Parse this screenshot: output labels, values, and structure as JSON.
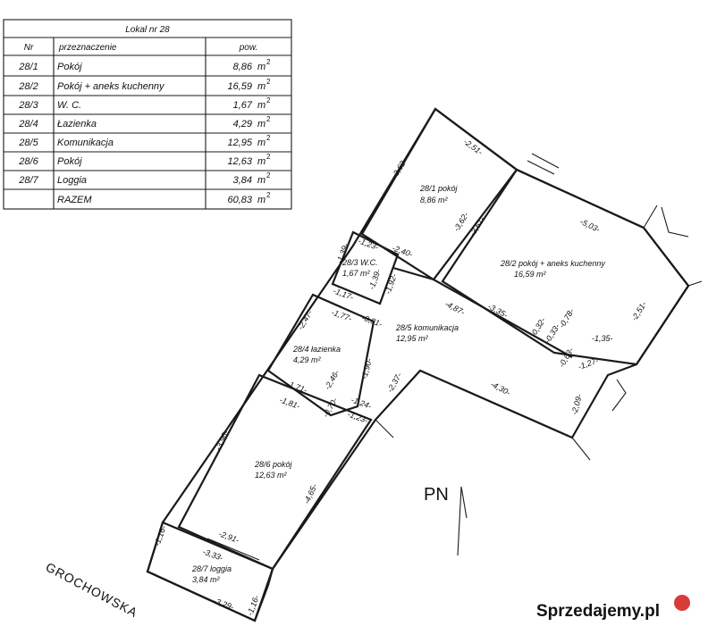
{
  "table": {
    "title": "Lokal nr 28",
    "headers": {
      "nr": "Nr",
      "purpose": "przeznaczenie",
      "area": "pow."
    },
    "unit": "m",
    "unit_sup": "2",
    "rows": [
      {
        "nr": "28/1",
        "purpose": "Pokój",
        "area": "8,86"
      },
      {
        "nr": "28/2",
        "purpose": "Pokój + aneks kuchenny",
        "area": "16,59"
      },
      {
        "nr": "28/3",
        "purpose": "W. C.",
        "area": "1,67"
      },
      {
        "nr": "28/4",
        "purpose": "Łazienka",
        "area": "4,29"
      },
      {
        "nr": "28/5",
        "purpose": "Komunikacja",
        "area": "12,95"
      },
      {
        "nr": "28/6",
        "purpose": "Pokój",
        "area": "12,63"
      },
      {
        "nr": "28/7",
        "purpose": "Loggia",
        "area": "3,84"
      }
    ],
    "total_label": "RAZEM",
    "total_area": "60,83"
  },
  "rooms": [
    {
      "name": "28/1 pokój",
      "area": "8,86 m²"
    },
    {
      "name": "28/2 pokój + aneks kuchenny",
      "area": "16,59 m²"
    },
    {
      "name": "28/3 W.C.",
      "area": "1,67 m²"
    },
    {
      "name": "28/4 łazienka",
      "area": "4,29 m²"
    },
    {
      "name": "28/5 komunikacja",
      "area": "12,95 m²"
    },
    {
      "name": "28/6 pokój",
      "area": "12,63 m²"
    },
    {
      "name": "28/7 loggia",
      "area": "3,84 m²"
    }
  ],
  "dimensions": [
    "-2,51-",
    "-3,62-",
    "-3,62-",
    "-3,61-",
    "-5,03-",
    "-2,51-",
    "-1,35-",
    "-0,78-",
    "-0,33-",
    "-0,32-",
    "-3,35-",
    "-4,87-",
    "-2,40-",
    "-1,23-",
    "-1,39-",
    "-1,92-",
    "-1,17-",
    "-1,39-",
    "-0,81-",
    "-2,47-",
    "-1,77-",
    "-1,90-",
    "-2,46-",
    "-1,71-",
    "-1,24-",
    "-0,70-",
    "-1,23-",
    "-2,37-",
    "-4,30-",
    "-1,27-",
    "-0,63-",
    "-2,09-",
    "-1,81-",
    "-3,96-",
    "-4,65-",
    "-2,91-",
    "-1,16-",
    "-3,33-",
    "-3,29-",
    "-1,16-"
  ],
  "compass": "PN",
  "street": "GROCHOWSKA",
  "watermark": "Sprzedajemy.pl"
}
